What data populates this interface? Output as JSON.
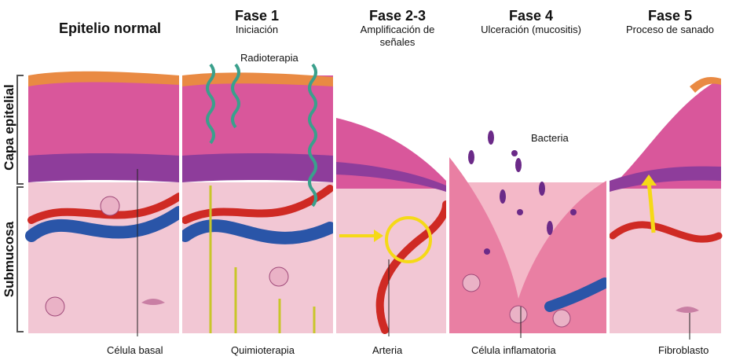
{
  "columns": [
    {
      "title": "Epitelio normal",
      "subtitle": ""
    },
    {
      "title": "Fase 1",
      "subtitle": "Iniciación"
    },
    {
      "title": "Fase 2-3",
      "subtitle": "Amplificación de señales"
    },
    {
      "title": "Fase 4",
      "subtitle": "Ulceración (mucositis)"
    },
    {
      "title": "Fase 5",
      "subtitle": "Proceso de sanado"
    }
  ],
  "side_labels": {
    "epithelial": "Capa epitelial",
    "submucosa": "Submucosa"
  },
  "labels": {
    "radiotherapy": "Radioterapia",
    "bacteria": "Bacteria",
    "basal_cell": "Célula basal",
    "chemotherapy": "Quimioterapia",
    "artery": "Arteria",
    "inflammatory_cell": "Célula inflamatoria",
    "fibroblast": "Fibroblasto"
  },
  "colors": {
    "keratin": "#e98a43",
    "epithelium": "#d9579b",
    "basal": "#8e3d9b",
    "submucosa": "#f2c7d4",
    "artery": "#cf2a24",
    "vein": "#2a55a8",
    "radiation": "#3aa08c",
    "chemo": "#c8c62a",
    "signal": "#f5d917",
    "bacteria": "#6b2a88"
  }
}
